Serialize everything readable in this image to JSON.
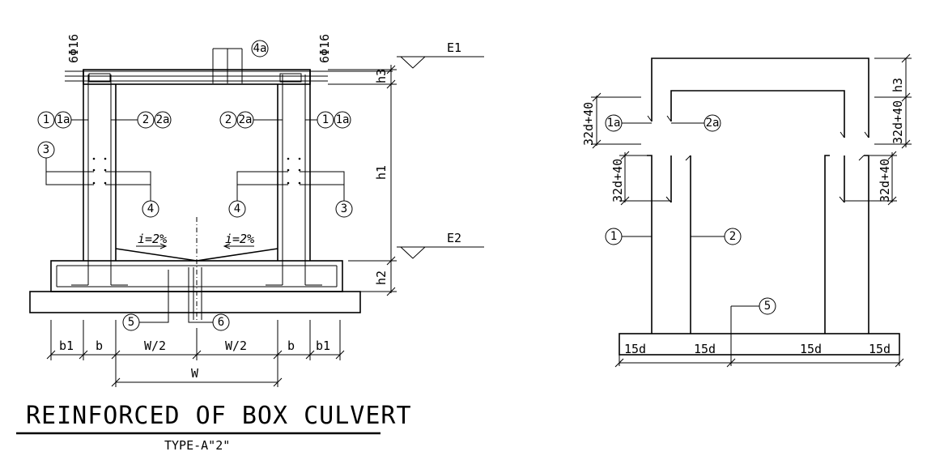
{
  "title": "REINFORCED OF BOX CULVERT",
  "subtitle": "TYPE-A\"2\"",
  "left_view": {
    "rebar_spec_left": "6Φ16",
    "rebar_spec_right": "6Φ16",
    "elevation_top": "E1",
    "elevation_bottom": "E2",
    "dim_h1": "h1",
    "dim_h2": "h2",
    "dim_h3": "h3",
    "dim_b1": "b1",
    "dim_b": "b",
    "dim_w_half": "W/2",
    "dim_w": "W",
    "slope_label": "i=2%",
    "marks": {
      "m1": "1",
      "m1a": "1a",
      "m2": "2",
      "m2a": "2a",
      "m3": "3",
      "m4": "4",
      "m4a": "4a",
      "m5": "5",
      "m6": "6"
    }
  },
  "right_view": {
    "dim_32d40": "32d+40",
    "dim_h3": "h3",
    "dim_15d": "15d",
    "marks": {
      "m1": "1",
      "m1a": "1a",
      "m2": "2",
      "m2a": "2a",
      "m5": "5"
    }
  }
}
